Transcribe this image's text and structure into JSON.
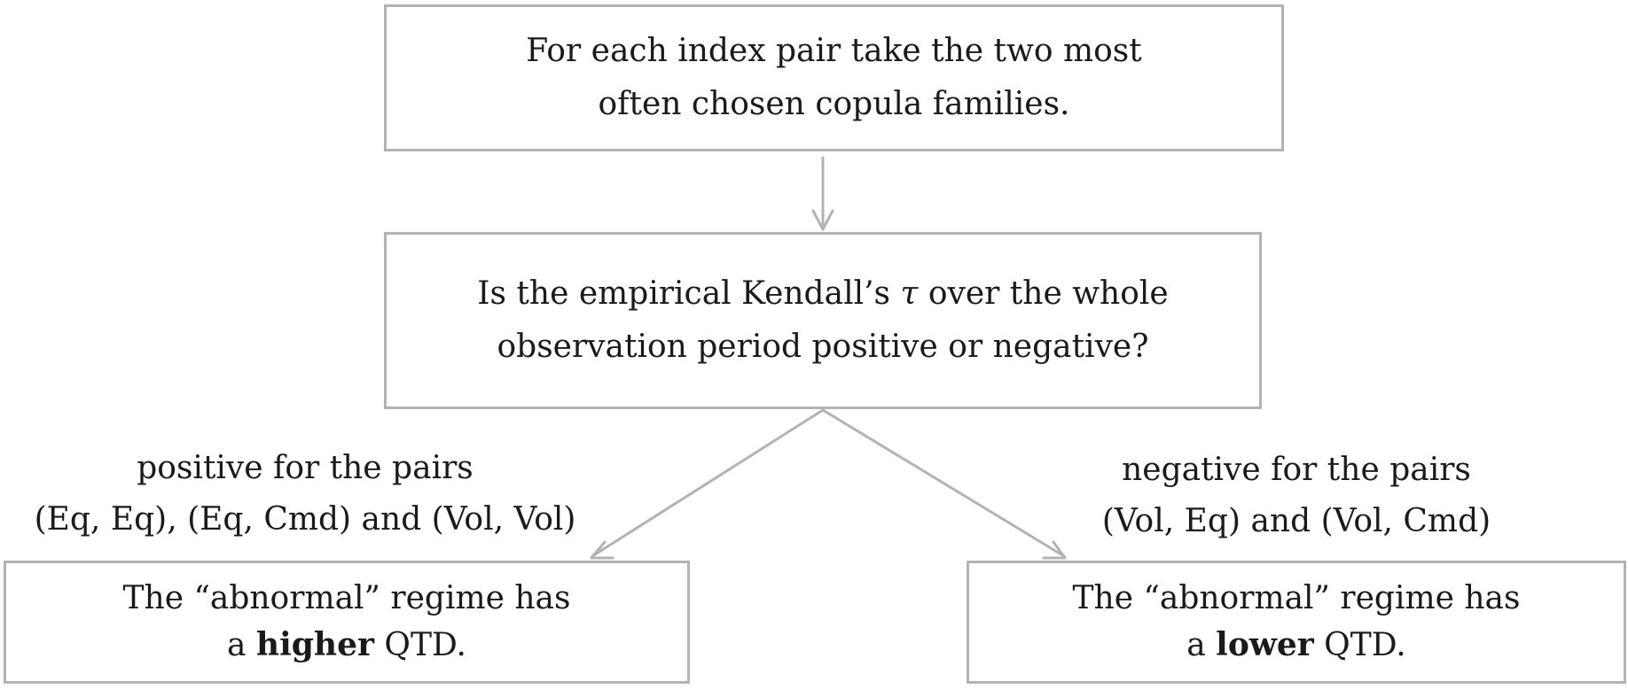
{
  "nodes": {
    "start": {
      "line1": "For each index pair take the two most",
      "line2": "often chosen copula families."
    },
    "question": {
      "line1_pre": "Is the empirical Kendall’s ",
      "line1_symbol": "τ",
      "line1_post": " over the whole",
      "line2": "observation period positive or negative?"
    },
    "positive_result": {
      "line1": "The “abnormal” regime has",
      "line2_pre": "a ",
      "line2_bold": "higher",
      "line2_post": " QTD."
    },
    "negative_result": {
      "line1": "The “abnormal” regime has",
      "line2_pre": "a ",
      "line2_bold": "lower",
      "line2_post": " QTD."
    }
  },
  "edges": {
    "positive": {
      "line1": "positive for the pairs",
      "line2": "(Eq, Eq), (Eq, Cmd) and (Vol, Vol)"
    },
    "negative": {
      "line1": "negative for the pairs",
      "line2": "(Vol, Eq) and (Vol, Cmd)"
    }
  },
  "colors": {
    "border": "#b3b3b3",
    "arrow": "#b3b3b3",
    "text": "#1a1a1a"
  }
}
